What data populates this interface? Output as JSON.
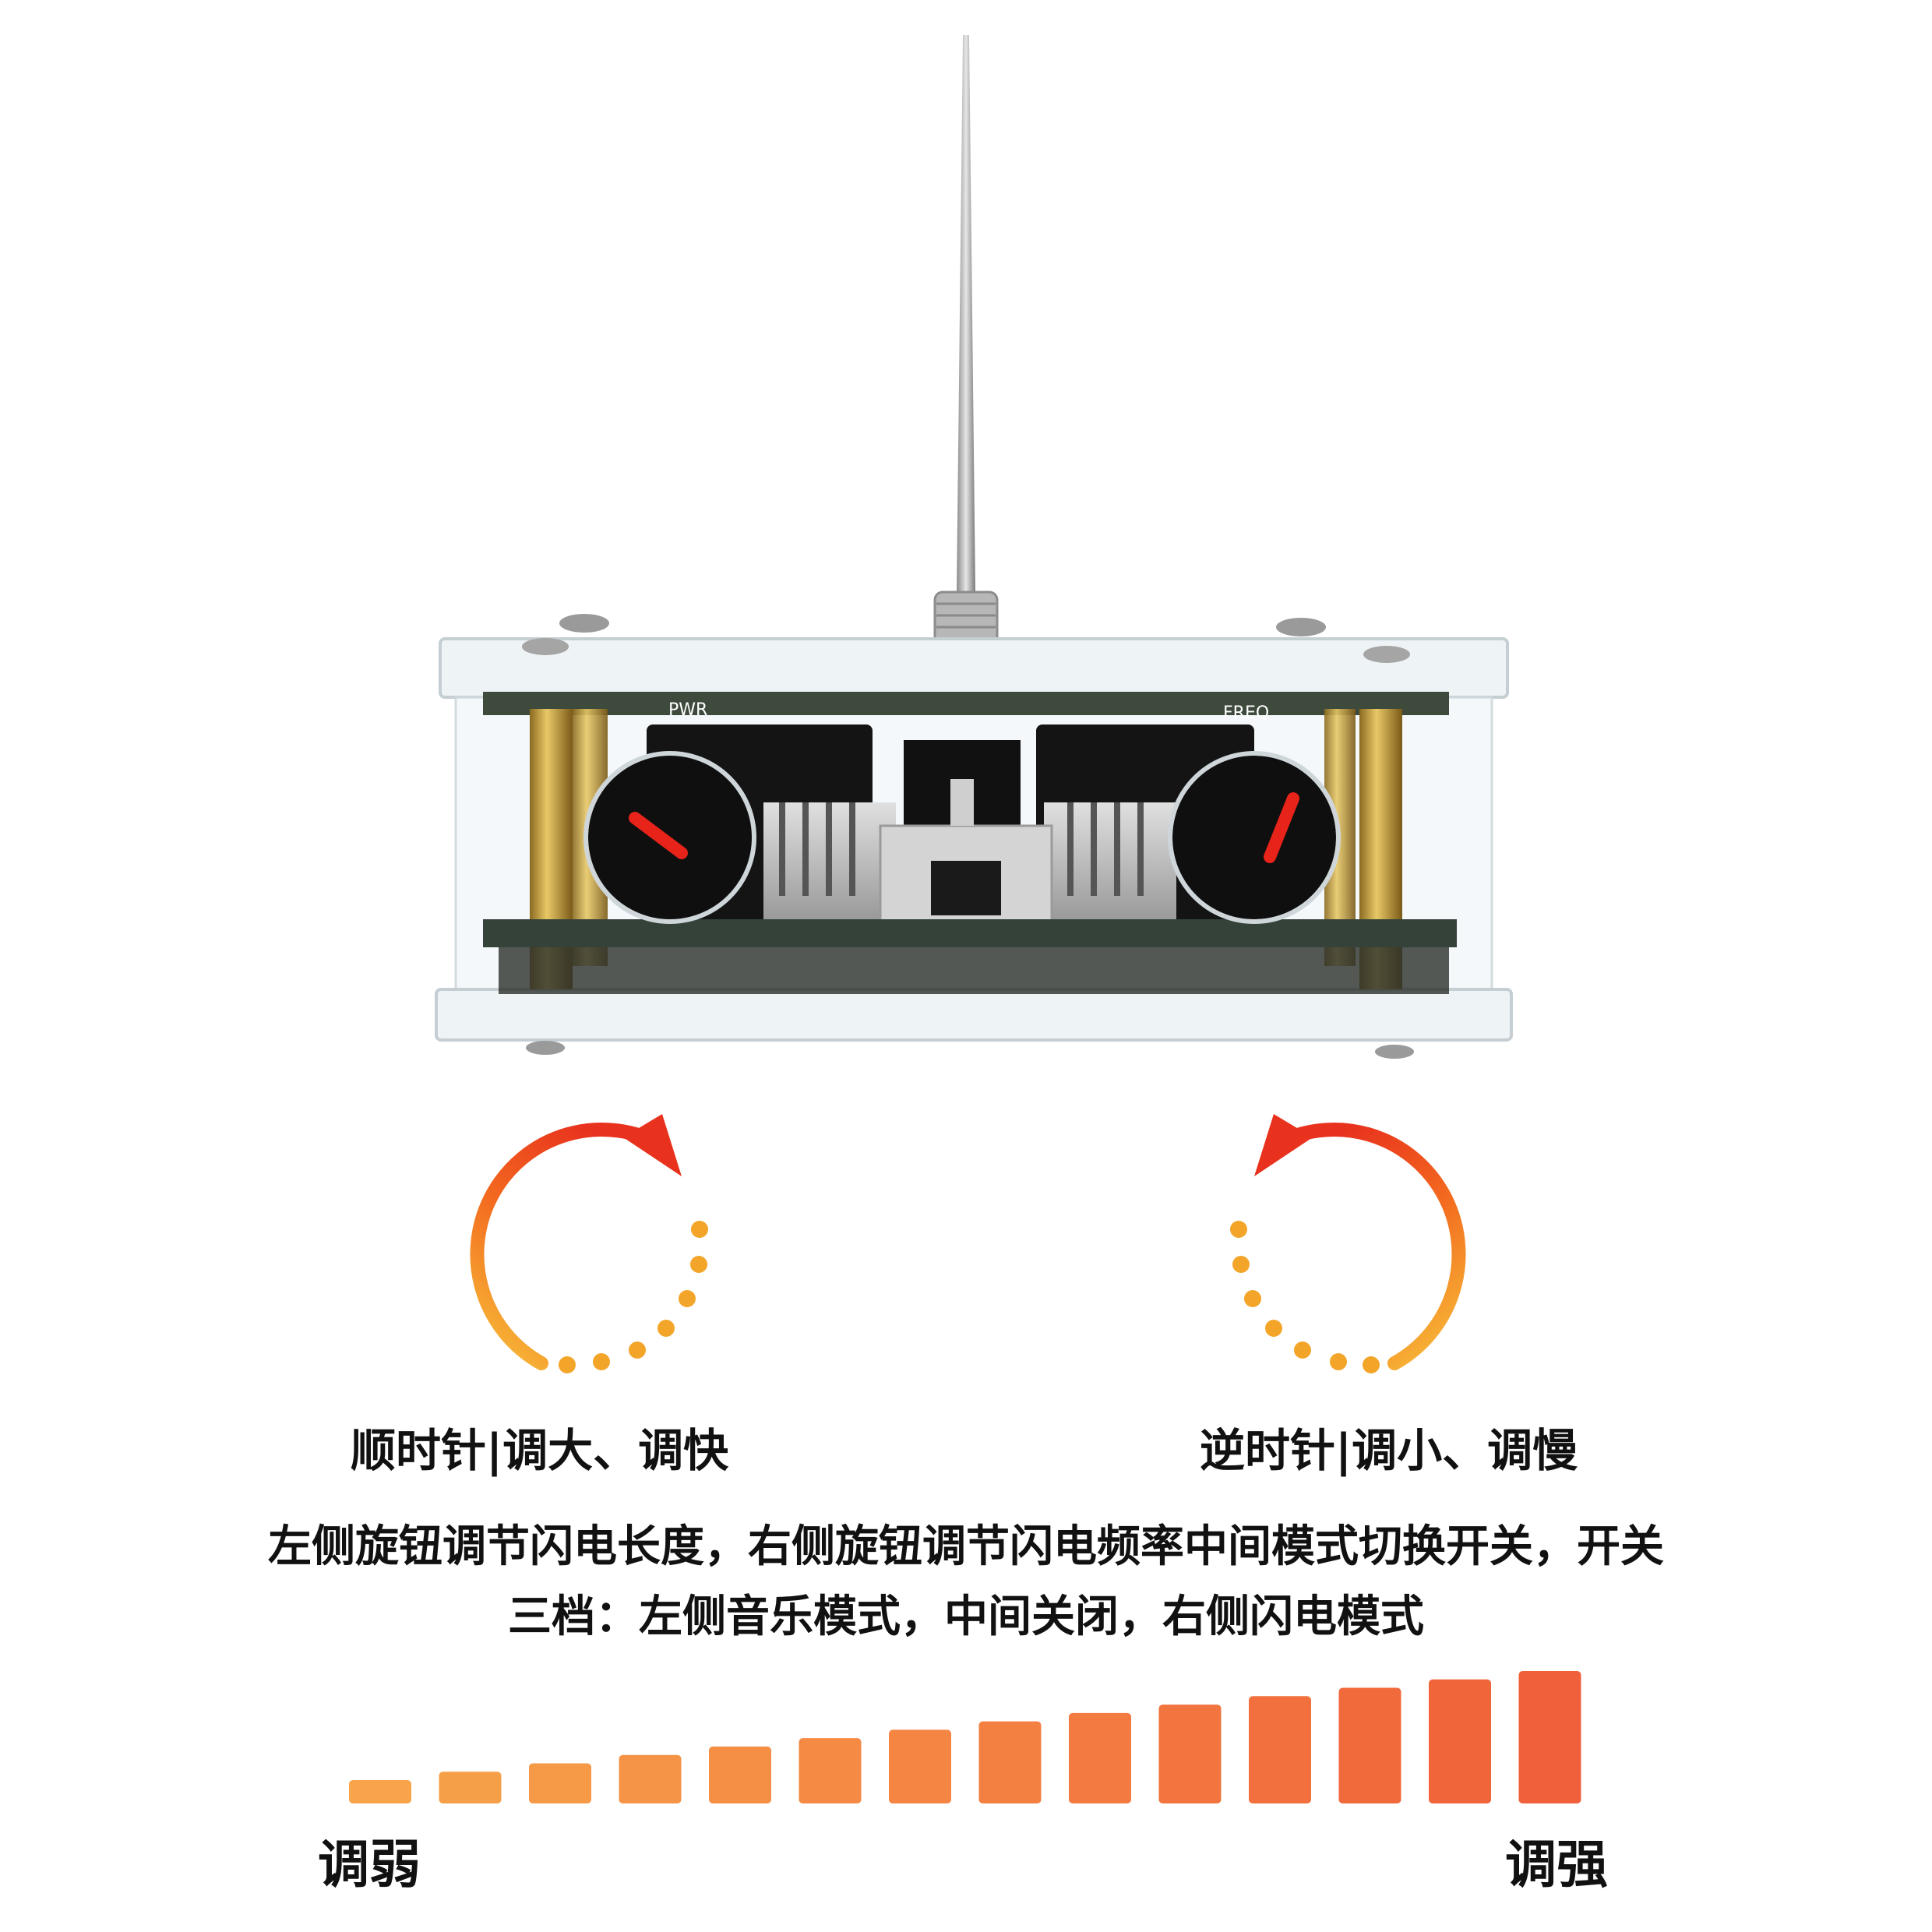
{
  "device": {
    "pwr_label": "PWR",
    "freq_label": "FREQ",
    "colors": {
      "knob_indicator": "#e8231a",
      "knob_body": "#111111",
      "standoff": "#c9a13b",
      "pcb": "#2e3a30"
    }
  },
  "dials": {
    "clockwise_caption": "顺时针|调大、调快",
    "counterclockwise_caption": "逆时针|调小、调慢",
    "arrow_gradient": [
      "#f7c23a",
      "#f36a1f",
      "#e8321e"
    ]
  },
  "description": {
    "line1": "左侧旋钮调节闪电长度，右侧旋钮调节闪电频率中间模式切换开关，开关",
    "line2": "三档：左侧音乐模式，中间关闭，右侧闪电模式"
  },
  "scale": {
    "weak_label": "调弱",
    "strong_label": "调强",
    "levels": [
      1,
      2,
      3,
      4,
      5,
      6,
      7,
      8,
      9,
      10,
      11,
      12,
      13,
      14
    ],
    "color_start": "#f7a44a",
    "color_end": "#f0603a"
  }
}
